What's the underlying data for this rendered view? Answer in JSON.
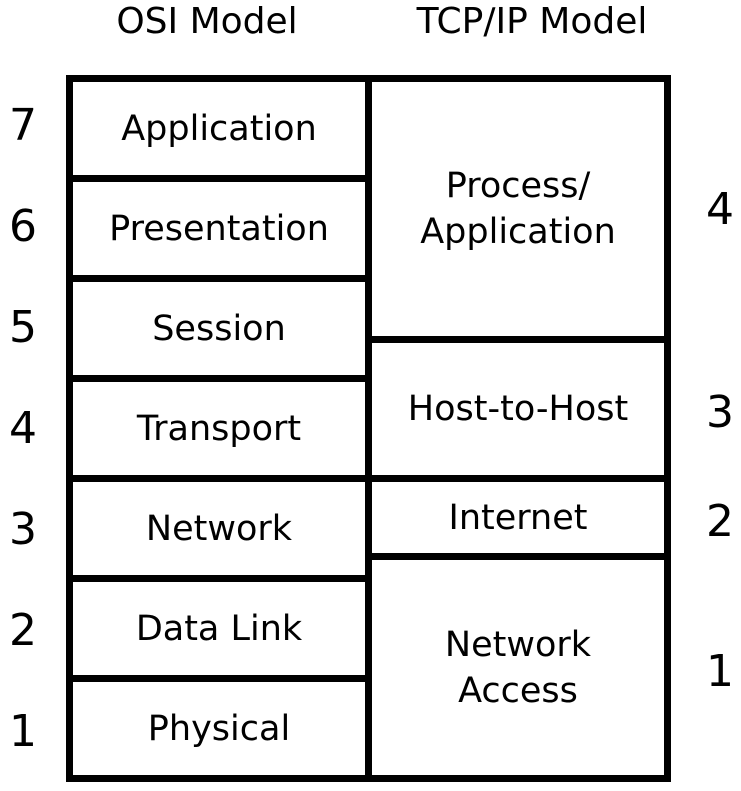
{
  "colors": {
    "background": "#ffffff",
    "line": "#000000",
    "text": "#000000"
  },
  "osi_model": {
    "title": "OSI Model",
    "layers": [
      {
        "number": "7",
        "label": "Application"
      },
      {
        "number": "6",
        "label": "Presentation"
      },
      {
        "number": "5",
        "label": "Session"
      },
      {
        "number": "4",
        "label": "Transport"
      },
      {
        "number": "3",
        "label": "Network"
      },
      {
        "number": "2",
        "label": "Data Link"
      },
      {
        "number": "1",
        "label": "Physical"
      }
    ]
  },
  "tcpip_model": {
    "title": "TCP/IP Model",
    "layers": [
      {
        "number": "4",
        "label": "Process/Application",
        "lines": [
          "Process/",
          "Application"
        ]
      },
      {
        "number": "3",
        "label": "Host-to-Host",
        "lines": [
          "Host-to-Host"
        ]
      },
      {
        "number": "2",
        "label": "Internet",
        "lines": [
          "Internet"
        ]
      },
      {
        "number": "1",
        "label": "Network Access",
        "lines": [
          "Network",
          "Access"
        ]
      }
    ]
  }
}
